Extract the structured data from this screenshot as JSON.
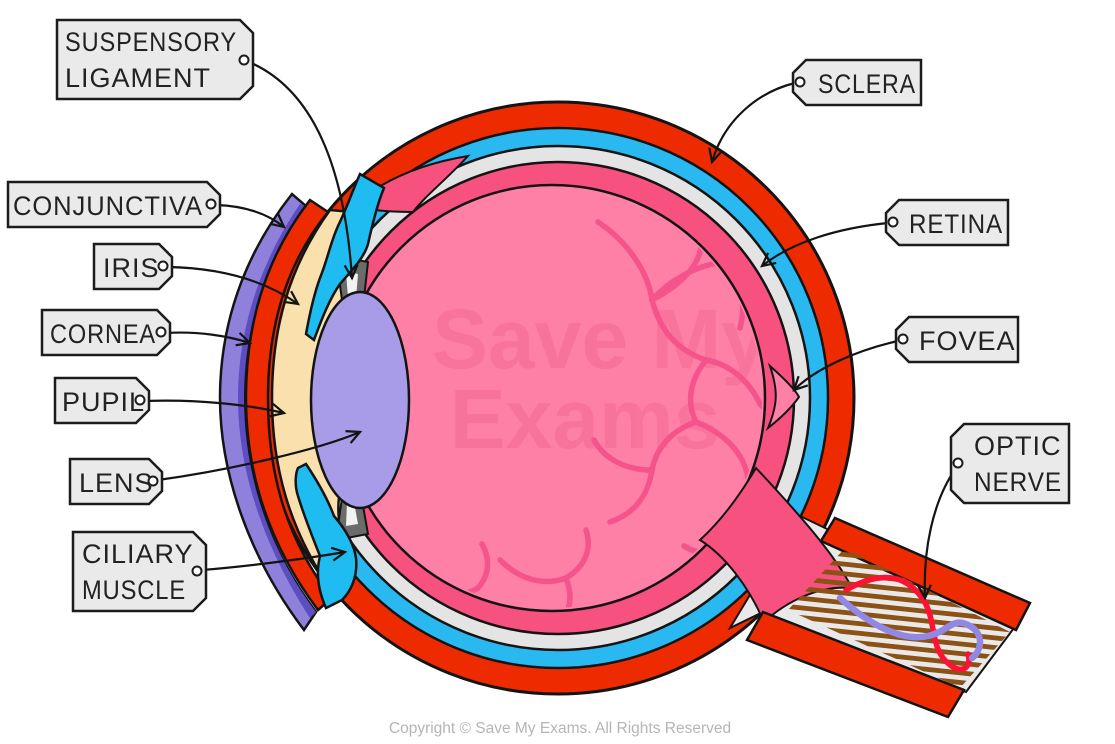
{
  "diagram_name": "eye-cross-section",
  "watermark": {
    "line1": "Save My",
    "line2": "Exams"
  },
  "copyright": "Copyright © Save My Exams. All Rights Reserved",
  "labels": {
    "suspensory": {
      "line1": "SUSPENSORY",
      "line2": "LIGAMENT"
    },
    "conjunctiva": {
      "text": "CONJUNCTIVA"
    },
    "iris": {
      "text": "IRIS"
    },
    "cornea": {
      "text": "CORNEA"
    },
    "pupil": {
      "text": "PUPIL"
    },
    "lens": {
      "text": "LENS"
    },
    "ciliary": {
      "line1": "CILIARY",
      "line2": "MUSCLE"
    },
    "sclera": {
      "text": "SCLERA"
    },
    "retina": {
      "text": "RETINA"
    },
    "fovea": {
      "text": "FOVEA"
    },
    "optic": {
      "line1": "OPTIC",
      "line2": "NERVE"
    }
  },
  "colors": {
    "sclera_red": "#EE2B00",
    "choroid_cyan": "#29B9F0",
    "inner_gray": "#E4E4E4",
    "retina_pink": "#F6517F",
    "vitreous_pink": "#FF80A6",
    "vessel_pink": "#F4538C",
    "conjunctiva_purple": "#8F80DC",
    "conjunctiva_dark": "#5C4EC0",
    "cornea_cream": "#F9E0AC",
    "lens_purple": "#A89BE8",
    "ciliary_cyan": "#1FBCF2",
    "ligament_gray": "#6B6B6B",
    "nerve_interior_gray": "#E9E9E9",
    "nerve_fiber_brown": "#8B5115",
    "vessel_red": "#FF1133",
    "vessel_purple": "#9188E4",
    "tag_fill": "#EAEAEA",
    "outline": "#141414"
  }
}
